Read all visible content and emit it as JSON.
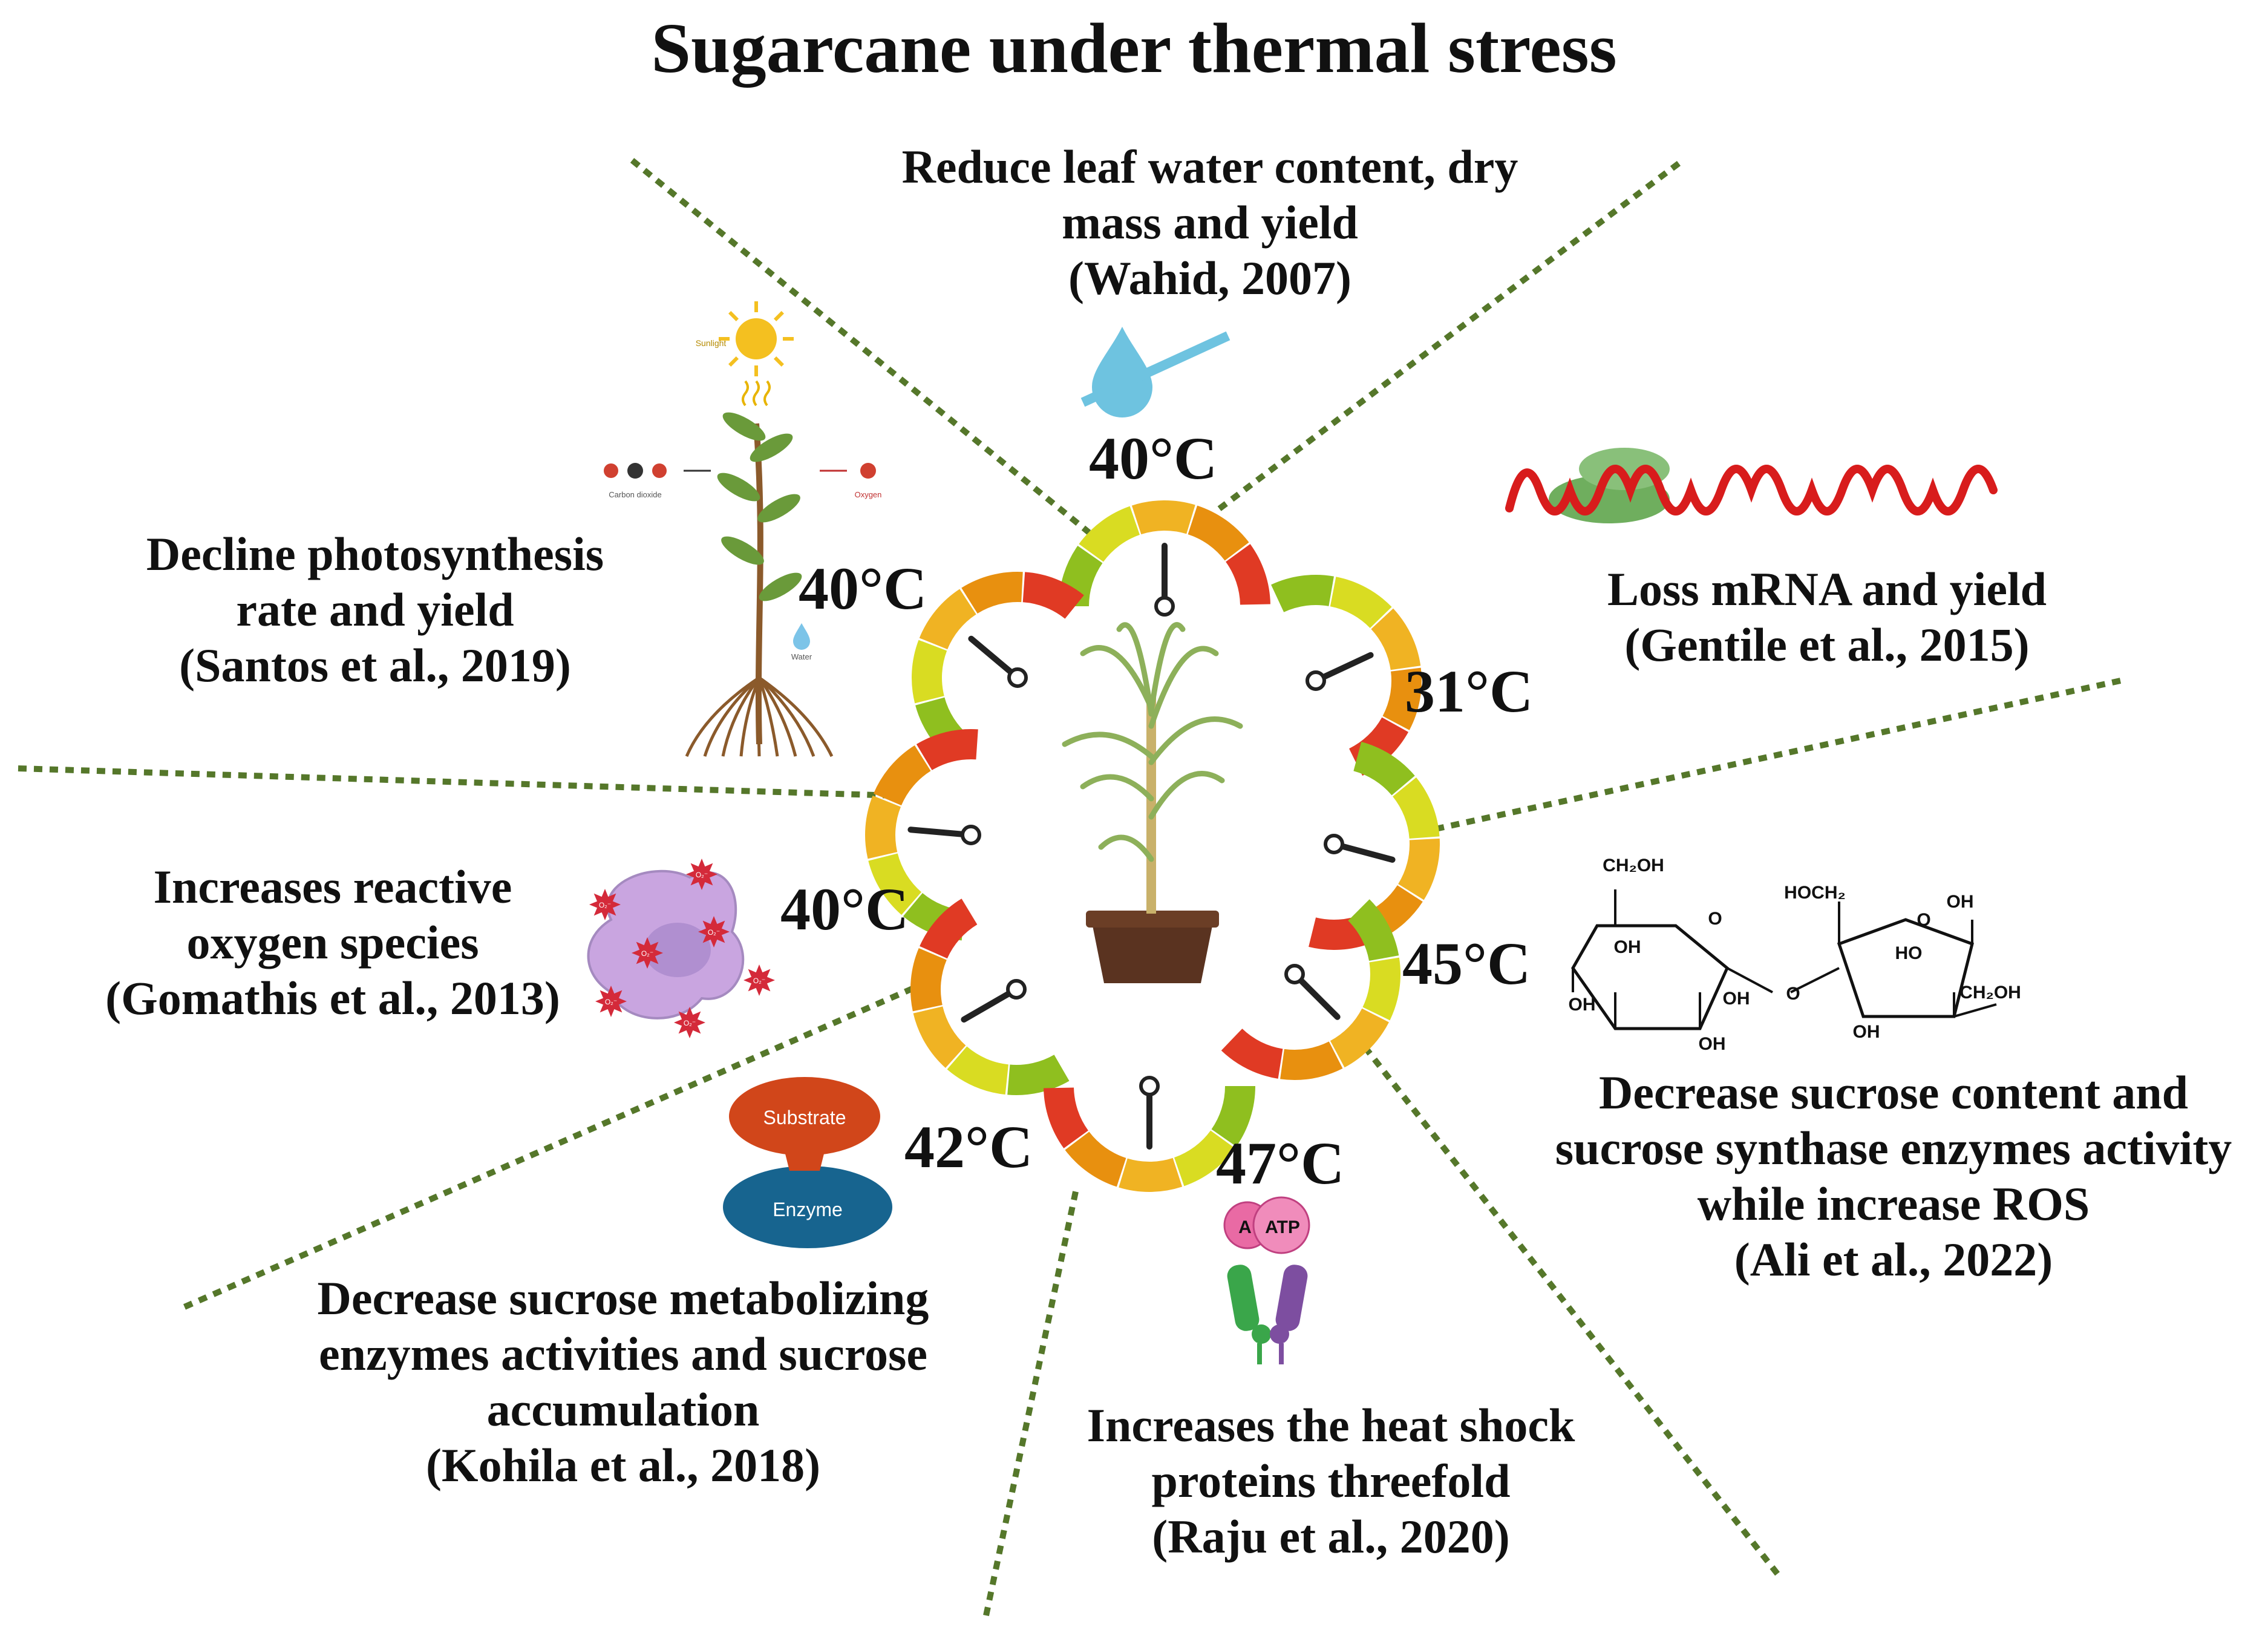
{
  "title": "Sugarcane under thermal stress",
  "effects": [
    {
      "id": "water",
      "lines": [
        "Reduce leaf water content, dry",
        "mass and yield",
        "(Wahid, 2007)"
      ]
    },
    {
      "id": "photo",
      "lines": [
        "Decline photosynthesis",
        "rate and yield",
        "(Santos et al., 2019)"
      ]
    },
    {
      "id": "mrna",
      "lines": [
        "Loss mRNA and yield",
        "(Gentile et al., 2015)"
      ]
    },
    {
      "id": "ros",
      "lines": [
        "Increases reactive",
        "oxygen species",
        "(Gomathis et al., 2013)"
      ]
    },
    {
      "id": "sucrose",
      "lines": [
        "Decrease sucrose content and",
        "sucrose synthase enzymes activity",
        "while increase ROS",
        "(Ali et al., 2022)"
      ]
    },
    {
      "id": "enzyme",
      "lines": [
        "Decrease sucrose metabolizing",
        "enzymes activities and sucrose",
        "accumulation",
        "(Kohila et al., 2018)"
      ]
    },
    {
      "id": "hsp",
      "lines": [
        "Increases the heat shock",
        "proteins threefold",
        "(Raju et al., 2020)"
      ]
    }
  ],
  "temperatures": {
    "top": "40°C",
    "upper_left": "40°C",
    "right": "31°C",
    "left": "40°C",
    "lower_right": "45°C",
    "lower_left": "42°C",
    "bottom": "47°C"
  },
  "icon_labels": {
    "substrate": "Substrate",
    "enzyme": "Enzyme",
    "atp": "ATP",
    "atp_a": "A",
    "sunlight": "Sunlight",
    "co2": "Carbon dioxide",
    "oxygen": "Oxygen",
    "water": "Water",
    "ros_label": "O₂⁻"
  },
  "sucrose_labels": {
    "ch2oh_top": "CH₂OH",
    "hoch2": "HOCH₂",
    "o_ring1": "O",
    "o_ring2": "O",
    "oh1": "OH",
    "oh2": "OH",
    "oh3": "OH",
    "oh4": "OH",
    "oh5": "OH",
    "oh6": "OH",
    "ho": "HO",
    "o_link": "O",
    "ch2oh_right": "CH₂OH"
  },
  "colors": {
    "dotted_line": "#55772a",
    "gauge": [
      "#8fbf1f",
      "#d9dc22",
      "#f0b323",
      "#e8900f",
      "#e03a24"
    ],
    "water": "#6ec3e0",
    "rna": "#d81c1c",
    "ribosome": "#6fae5e",
    "pot": "#5a3320",
    "enzyme": "#17648f",
    "substrate": "#d1461a",
    "atp": "#e96aa4",
    "cell": "#c9a5e0",
    "ros": "#d42a3a"
  }
}
